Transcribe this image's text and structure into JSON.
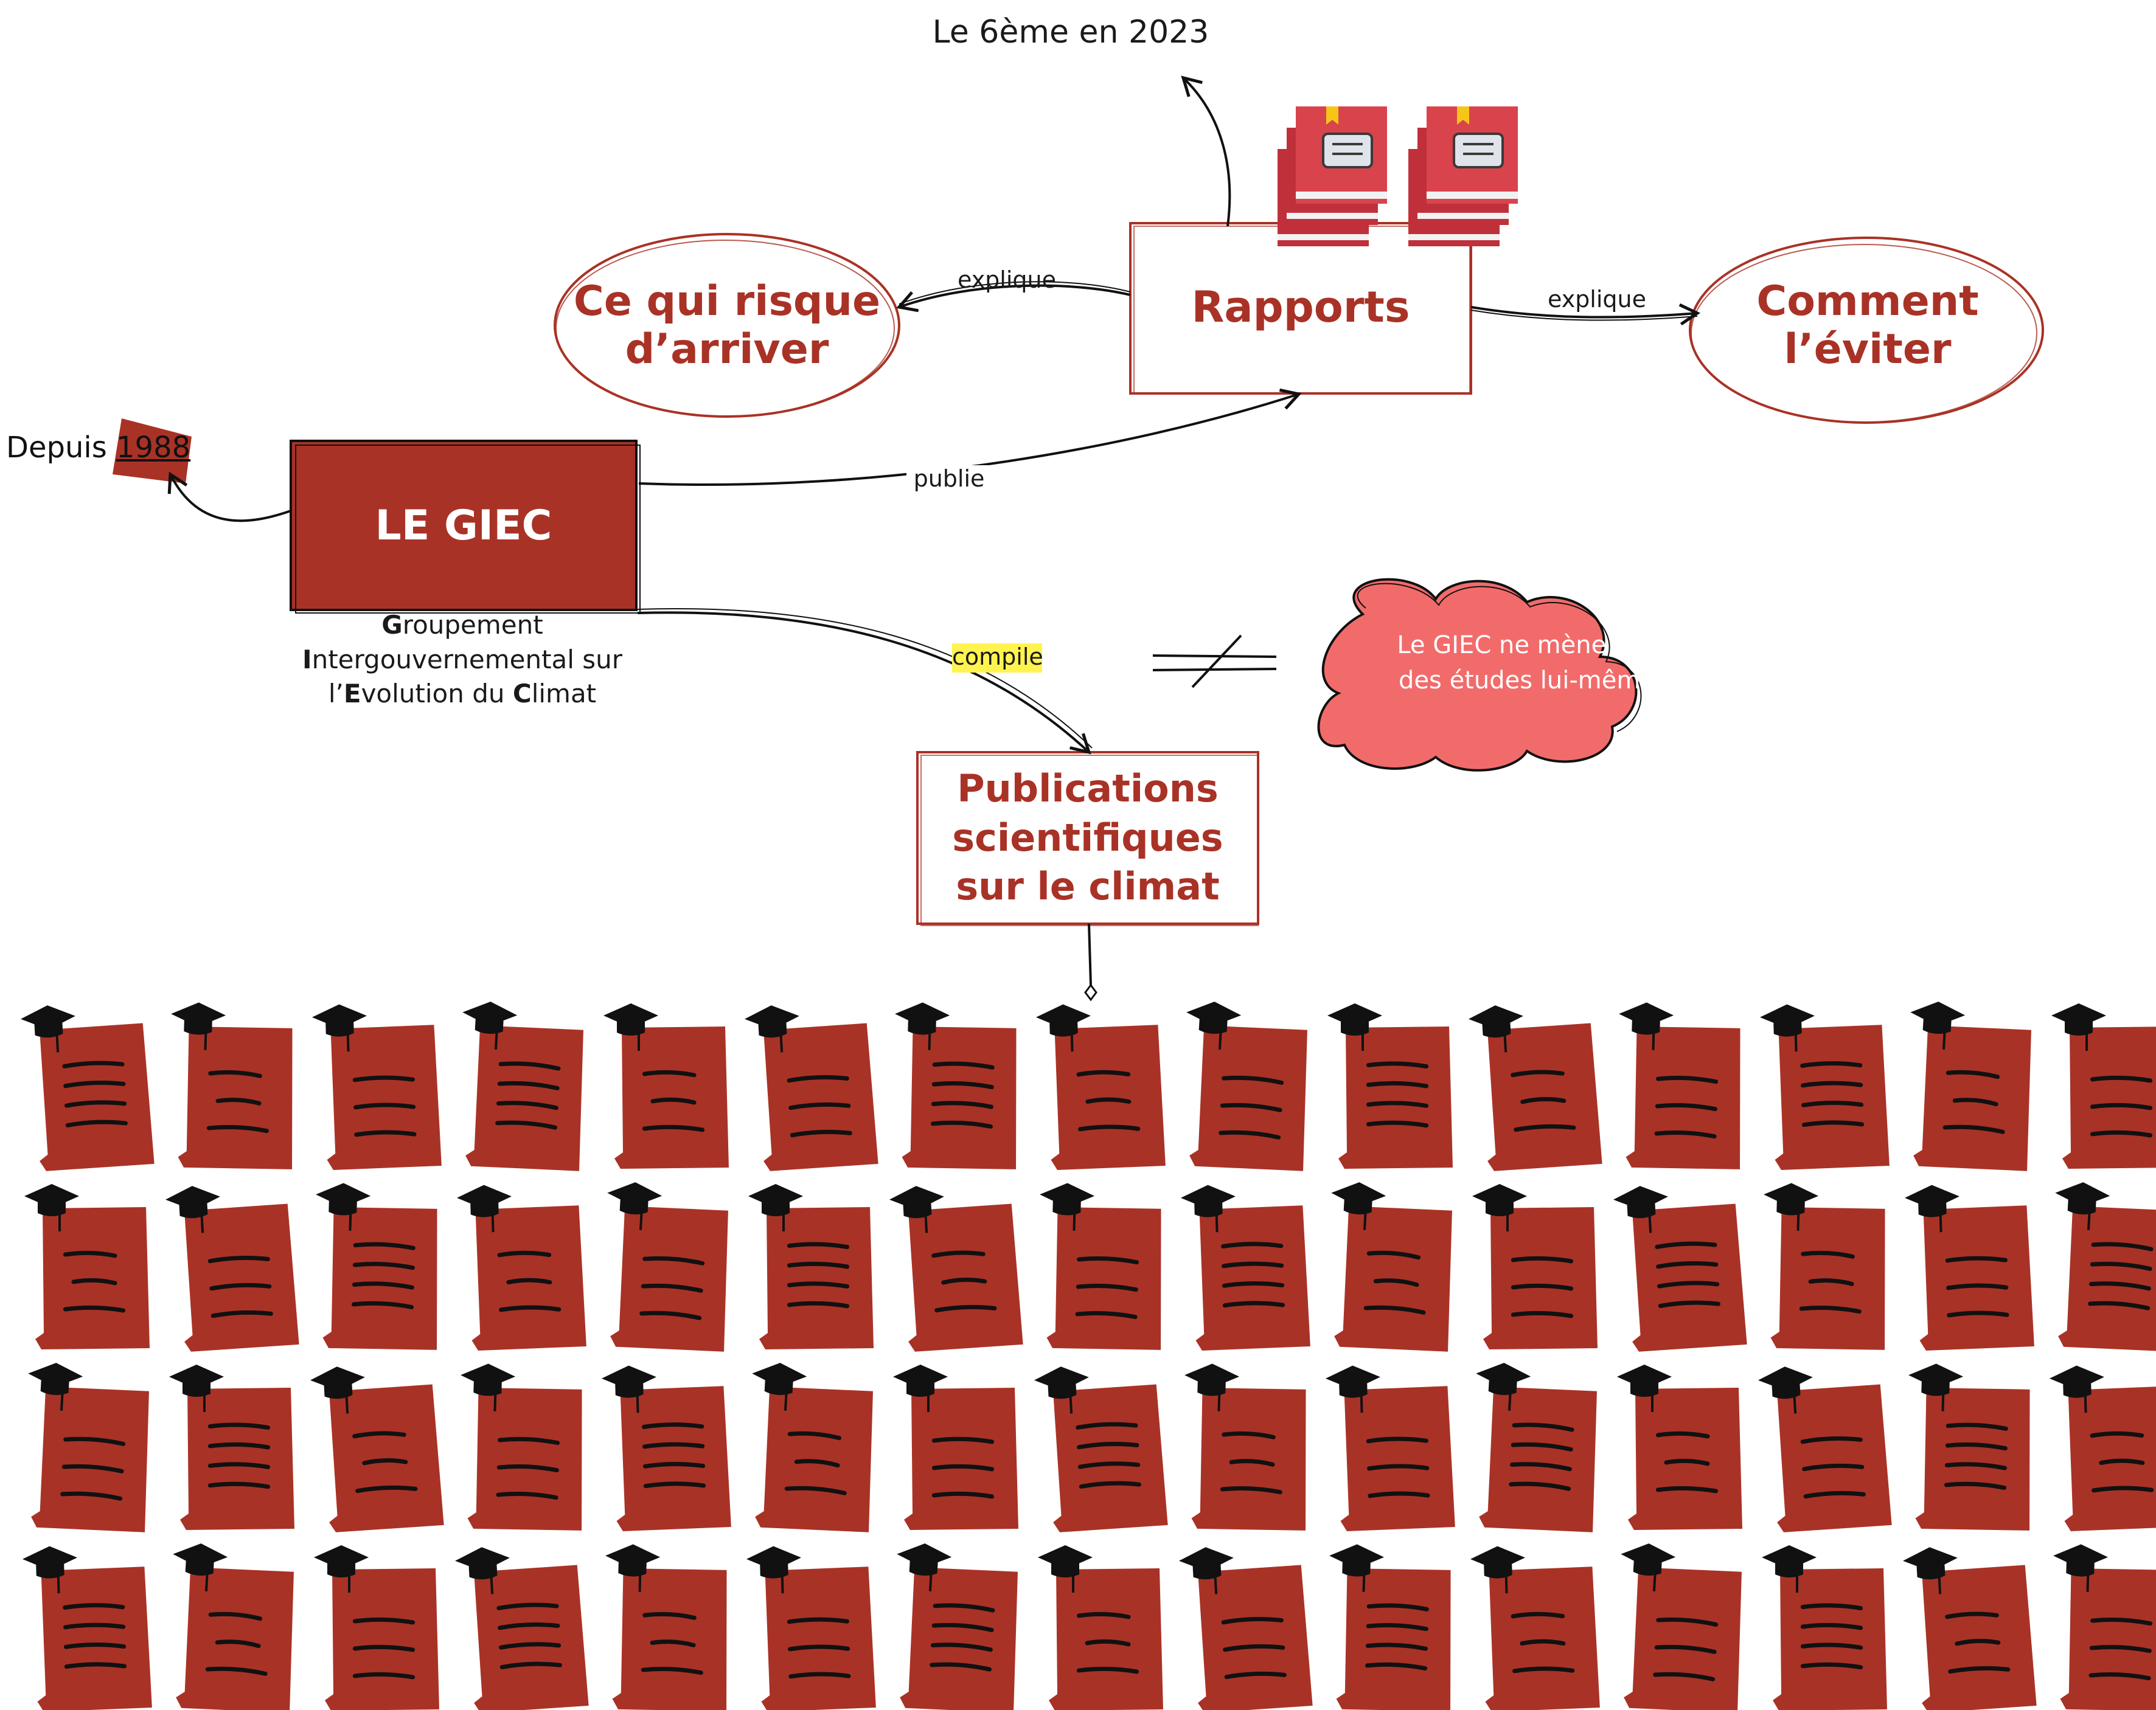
{
  "top_note": "Le 6ème en 2023",
  "nodes": {
    "risk": "Ce qui risque d’arriver",
    "reports": "Rapports",
    "avoid": "Comment l’éviter",
    "giec": "LE GIEC",
    "publications": "Publications scientifiques sur le climat",
    "cloud": "Le GIEC ne mène pas des études lui-même"
  },
  "since": {
    "prefix": "Depuis",
    "year": "1988"
  },
  "acronym": [
    {
      "initial": "G",
      "rest": "roupement"
    },
    {
      "initial": "I",
      "rest": "ntergouvernemental sur"
    },
    {
      "prefix": "l’",
      "initial": "E",
      "rest": "volution du "
    },
    {
      "initial": "C",
      "rest": "limat"
    }
  ],
  "edges": {
    "explique_left": "explique",
    "explique_right": "explique",
    "publie": "publie",
    "compile": "compile"
  },
  "not_equal_symbol": "≠",
  "colors": {
    "accent_red": "#a93226",
    "cloud_fill": "#f26b6b",
    "highlight": "#fff44f",
    "book_red": "#d9434c"
  },
  "icons": {
    "book_stack": "book-stack-icon",
    "paper": "scientific-paper-icon",
    "cap": "graduation-cap-icon"
  },
  "paper_grid": {
    "rows": 4,
    "cols": 15
  }
}
